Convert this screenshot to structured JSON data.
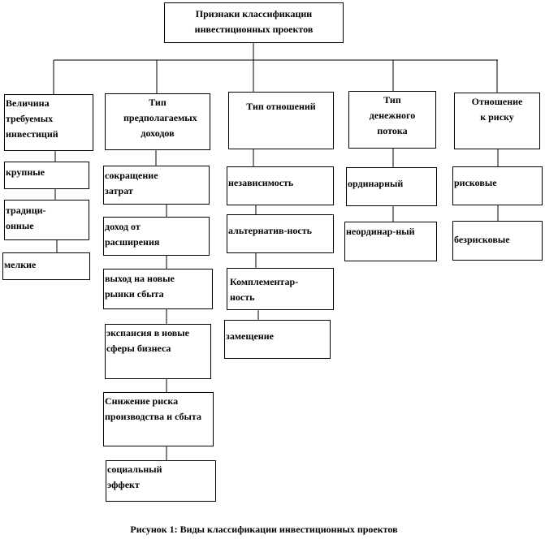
{
  "root": {
    "line1": "Признаки классификации",
    "line2": "инвестиционных проектов"
  },
  "categories": [
    {
      "label": "Величина требуемых инвестиций",
      "items": [
        "крупные",
        "традици-онные",
        "мелкие"
      ]
    },
    {
      "label": "Тип предполагаемых доходов",
      "items": [
        "сокращение затрат",
        "доход от расширения",
        "выход на новые рынки сбыта",
        "экспансия в новые сферы бизнеса",
        "Снижение риска производства и сбыта",
        "социальный эффект"
      ]
    },
    {
      "label": "Тип отношений",
      "items": [
        "независимость",
        "альтернатив-ность",
        "Комплементар-ность",
        "замещение"
      ]
    },
    {
      "label": "Тип денежного потока",
      "items": [
        "ординарный",
        "неординар-ный"
      ]
    },
    {
      "label": "Отношение к риску",
      "items": [
        "рисковые",
        "безрисковые"
      ]
    }
  ],
  "caption": "Рисунок 1: Виды классификации инвестиционных проектов"
}
